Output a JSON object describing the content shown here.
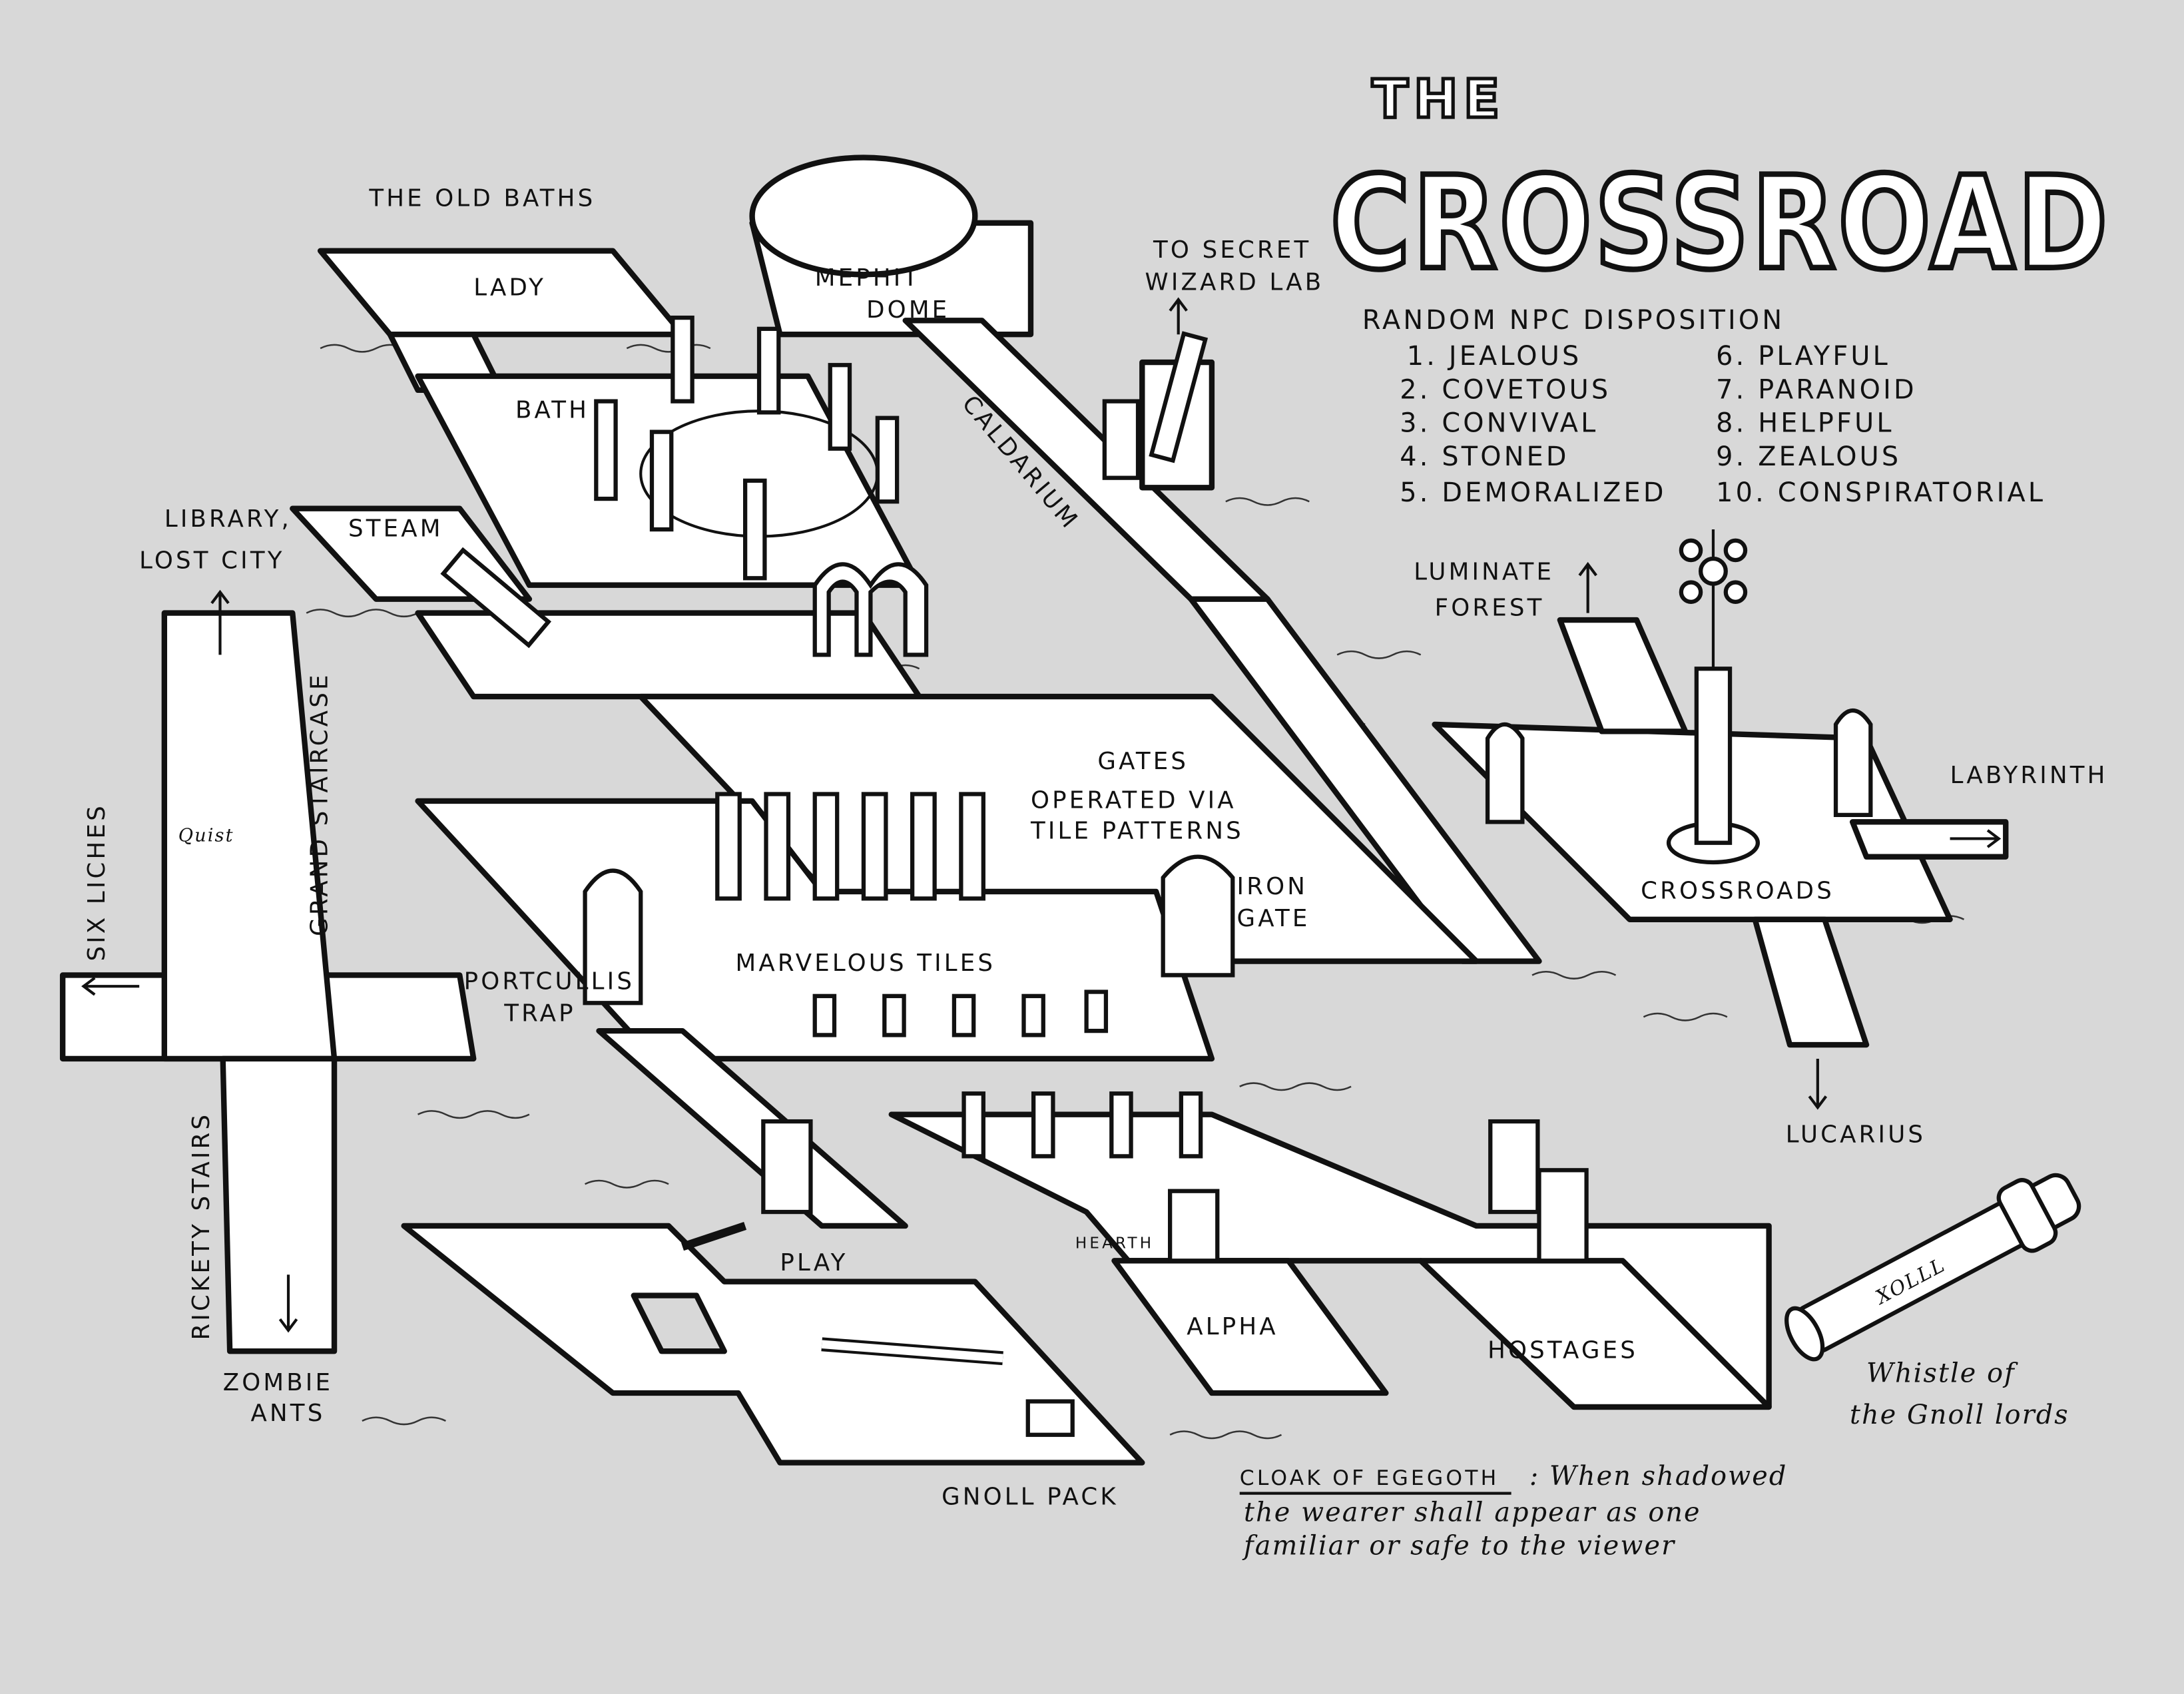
{
  "title": {
    "the": "THE",
    "main": "CROSSROAD"
  },
  "disposition": {
    "heading": "RANDOM NPC DISPOSITION",
    "items": [
      "1. JEALOUS",
      "2. COVETOUS",
      "3. CONVIVAL",
      "4. STONED",
      "5. DEMORALIZED",
      "6. PLAYFUL",
      "7. PARANOID",
      "8. HELPFUL",
      "9. ZEALOUS",
      "10. CONSPIRATORIAL"
    ]
  },
  "labels": {
    "old_baths": "THE OLD BATHS",
    "lady": "LADY",
    "bath": "BATH",
    "steam": "STEAM",
    "mephit": "MEPHIT",
    "dome": "DOME",
    "caldarium": "CALDARIUM",
    "wizard_1": "TO SECRET",
    "wizard_2": "WIZARD LAB",
    "library_1": "LIBRARY,",
    "library_2": "LOST CITY",
    "grand_staircase": "GRAND STAIRCASE",
    "six_liches": "SIX LICHES",
    "rickety_stairs": "RICKETY STAIRS",
    "zombie_1": "ZOMBIE",
    "zombie_2": "ANTS",
    "gates_1": "GATES",
    "gates_2": "OPERATED VIA",
    "gates_3": "TILE PATTERNS",
    "iron_1": "IRON",
    "iron_2": "GATE",
    "marvelous_tiles": "MARVELOUS TILES",
    "portcullis_1": "PORTCULLIS",
    "portcullis_2": "TRAP",
    "luminate_1": "LUMINATE",
    "luminate_2": "FOREST",
    "labyrinth": "LABYRINTH",
    "crossroads": "CROSSROADS",
    "lucarius": "LUCARIUS",
    "hearth": "HEARTH",
    "play": "PLAY",
    "alpha": "ALPHA",
    "hostages": "HOSTAGES",
    "gnoll_pack": "GNOLL PACK",
    "whistle_1": "Whistle of",
    "whistle_2": "the Gnoll lords",
    "book_glyph": "Quist",
    "whistle_glyph": "XOLLL"
  },
  "note": {
    "title": "CLOAK OF EGEGOTH",
    "line1": ": When shadowed",
    "line2": "the wearer shall appear as one",
    "line3": "familiar or safe to the viewer"
  }
}
